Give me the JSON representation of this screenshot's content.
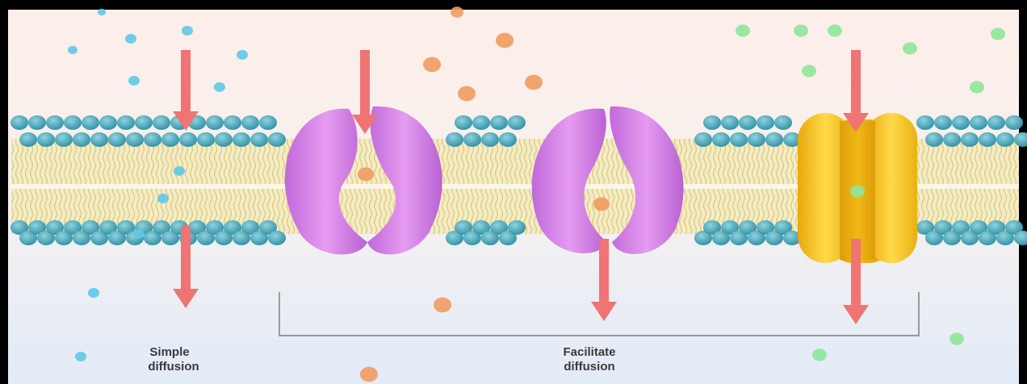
{
  "labels": {
    "simple_line1": "Simple",
    "simple_line2": "diffusion",
    "facilitated_line1": "Facilitate",
    "facilitated_line2": "diffusion"
  },
  "colors": {
    "frame": "#000000",
    "extracellular_bg": "#fdeee9",
    "intracellular_bg": "#e4ecf8",
    "phospholipid_head": "#4aa6b8",
    "lipid_tail": "#e6d48a",
    "channel_protein": "#d77ee6",
    "carrier_protein": "#f2c51b",
    "arrow": "#f07473",
    "molecule_blue": "#62c7e6",
    "molecule_orange": "#f19b62",
    "molecule_green": "#8fe69a",
    "bracket": "#9a9a9a"
  },
  "diagram": {
    "mechanisms": [
      {
        "name": "simple-diffusion",
        "protein": "none",
        "molecule": "blue"
      },
      {
        "name": "channel-protein-1",
        "protein": "channel",
        "molecule": "orange"
      },
      {
        "name": "channel-protein-2",
        "protein": "channel",
        "molecule": "orange"
      },
      {
        "name": "carrier-protein",
        "protein": "carrier",
        "molecule": "green"
      }
    ]
  }
}
